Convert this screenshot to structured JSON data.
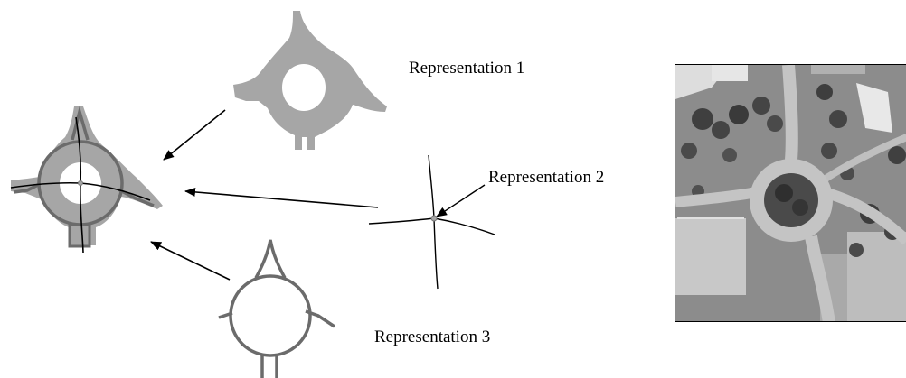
{
  "labels": {
    "representation_1": "Representation 1",
    "representation_2": "Representation 2",
    "representation_3": "Representation 3"
  },
  "colors": {
    "road_fill": "#a6a6a6",
    "outline_stroke": "#6b6b6b",
    "line_stroke": "#000000",
    "background": "#ffffff"
  }
}
